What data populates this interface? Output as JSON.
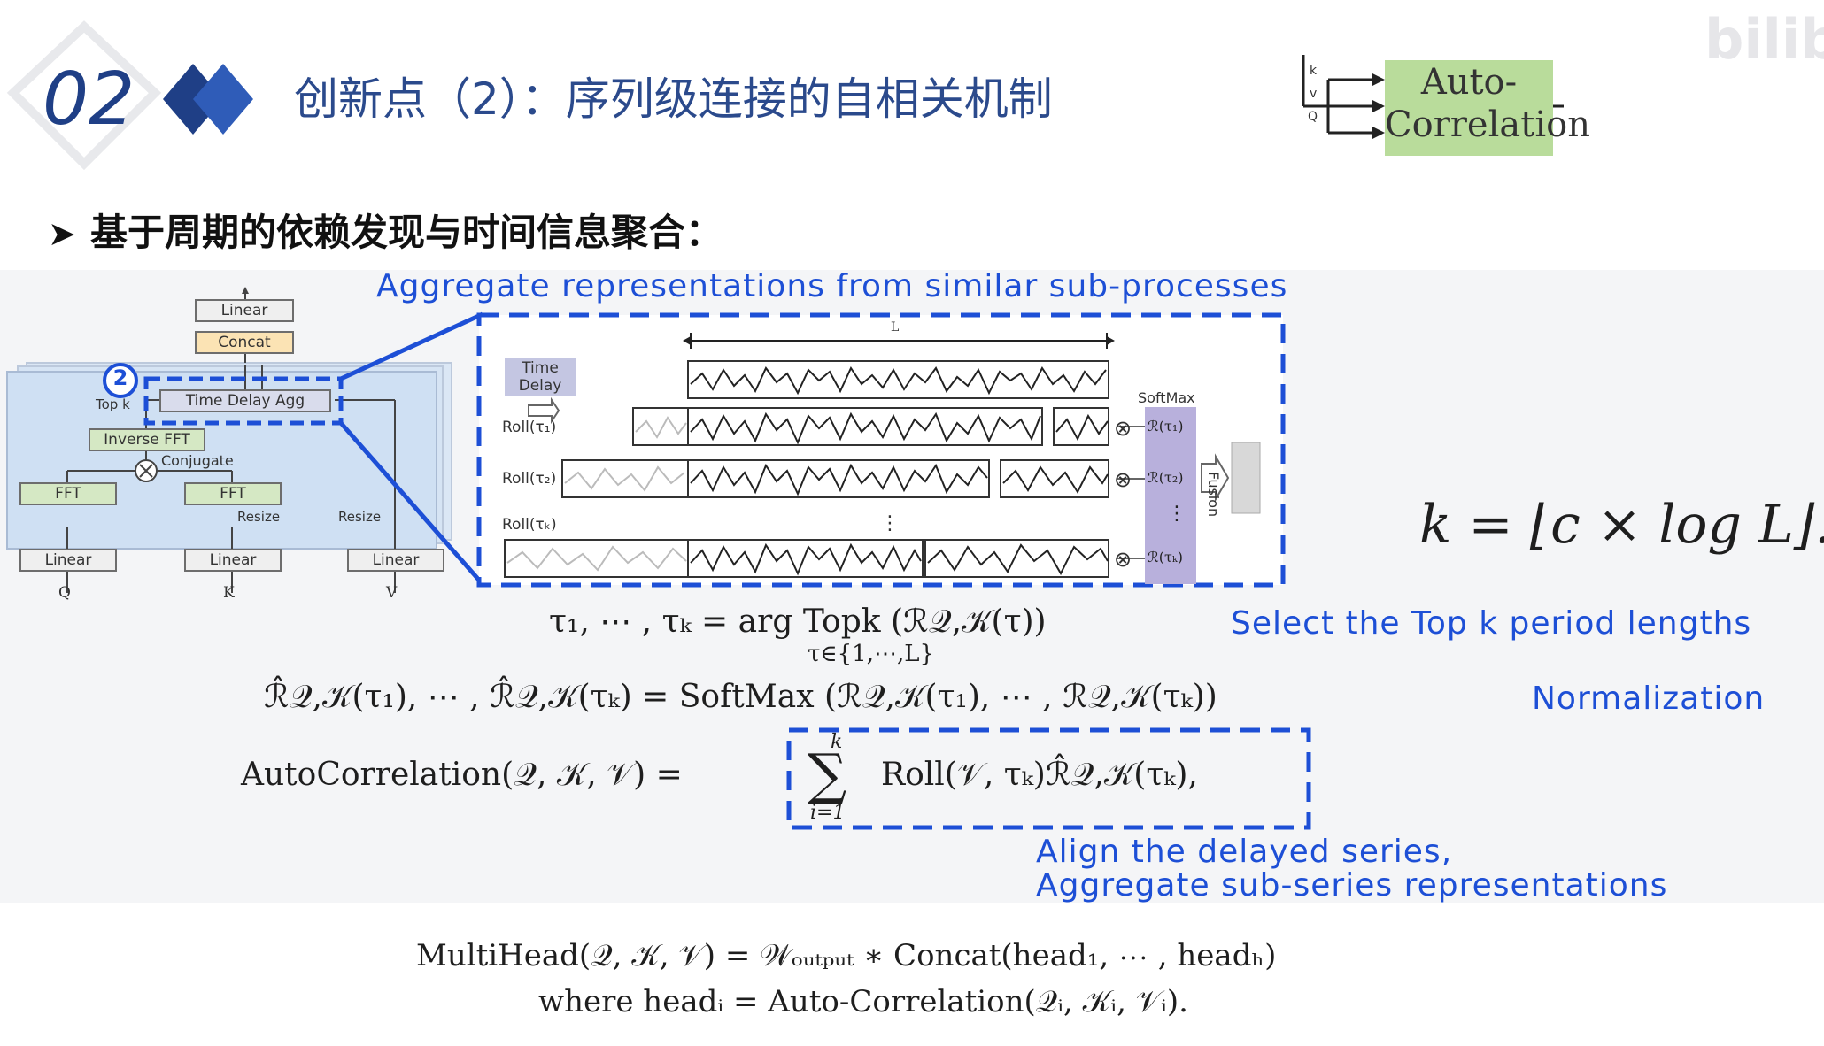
{
  "header": {
    "section_number": "02",
    "title": "创新点（2）：序列级连接的自相关机制",
    "watermark": "bilibili",
    "mini_diagram": {
      "inputs": [
        "k",
        "v",
        "Q"
      ],
      "label_line1": "Auto-",
      "label_line2": "Correlation"
    }
  },
  "subheading": {
    "bullet": "➤",
    "text": "基于周期的依赖发现与时间信息聚合："
  },
  "arch": {
    "linear_top": "Linear",
    "concat": "Concat",
    "marker": "2",
    "top_k": "Top k",
    "time_delay_agg": "Time Delay Agg",
    "inverse_fft": "Inverse FFT",
    "conjugate": "Conjugate",
    "fft_left": "FFT",
    "fft_right": "FFT",
    "resize_1": "Resize",
    "resize_2": "Resize",
    "linear_q": "Linear",
    "linear_k": "Linear",
    "linear_v": "Linear",
    "in_q": "Q",
    "in_k": "K",
    "in_v": "V"
  },
  "zoom": {
    "caption": "Aggregate representations from similar sub-processes",
    "time_delay_l1": "Time",
    "time_delay_l2": "Delay",
    "length_label": "L",
    "roll_1": "Roll(τ₁)",
    "roll_2": "Roll(τ₂)",
    "roll_k": "Roll(τₖ)",
    "softmax": "SoftMax",
    "r_1": "ℛ(τ₁)",
    "r_2": "ℛ(τ₂)",
    "r_k": "ℛ(τₖ)",
    "fusion": "Fusion",
    "dots": "⋮",
    "times": "⊗"
  },
  "k_equation": "k = ⌊c × log L⌋.",
  "formulas": {
    "topk": "τ₁, ⋯ , τₖ = arg Topk (ℛ𝒬,𝒦(τ))",
    "topk_sub": "τ∈{1,⋯,L}",
    "topk_note": "Select the Top k period lengths",
    "softmax": "ℛ̂𝒬,𝒦(τ₁), ⋯ , ℛ̂𝒬,𝒦(τₖ) = SoftMax (ℛ𝒬,𝒦(τ₁), ⋯ , ℛ𝒬,𝒦(τₖ))",
    "softmax_note": "Normalization",
    "autocorr_lhs": "AutoCorrelation(𝒬, 𝒦, 𝒱) =",
    "sum_top": "k",
    "sum_symbol": "∑",
    "sum_bottom": "i=1",
    "autocorr_rhs": "Roll(𝒱, τₖ)ℛ̂𝒬,𝒦(τₖ),",
    "align_note_1": "Align the delayed series,",
    "align_note_2": "Aggregate sub-series representations",
    "multihead": "MultiHead(𝒬, 𝒦, 𝒱) = 𝒲ₒᵤₜₚᵤₜ ∗ Concat(head₁, ⋯ , headₕ)",
    "where": "where headᵢ = Auto-Correlation(𝒬ᵢ, 𝒦ᵢ, 𝒱ᵢ)."
  },
  "colors": {
    "accent_blue": "#1d4fd6",
    "title_blue": "#2b4a8c",
    "diamond_blue": "#1f3f86",
    "panel_blue": "#cfe0f3",
    "green_box": "#b9dc9b",
    "softmax_purple": "#b8b0dc"
  }
}
